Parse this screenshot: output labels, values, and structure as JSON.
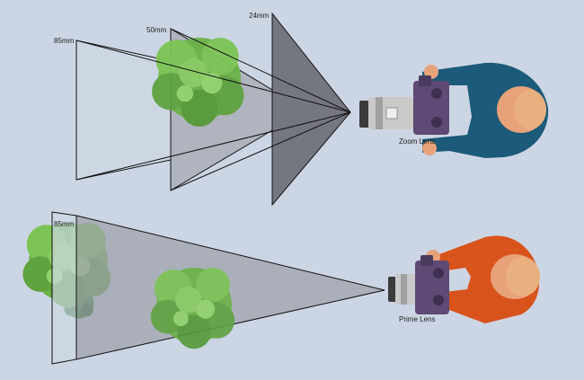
{
  "top_diagram": {
    "focal_labels": [
      "85mm",
      "50mm",
      "24mm"
    ],
    "lens_label": "Zoom Lens"
  },
  "bottom_diagram": {
    "focal_label": "85mm",
    "lens_label": "Prime Lens"
  },
  "colors": {
    "background": "#ccd5e3",
    "zoom_shirt": "#1b5a78",
    "prime_shirt": "#d9531c",
    "skin": "#e8a27a",
    "hair": "#e9b07f",
    "camera_body": "#5e4a74",
    "lens_metal": "#c9c9c9",
    "tree_light": "#6bb247",
    "tree_dark": "#2f7a2e"
  },
  "icons": [
    "tree-icon",
    "camera-icon",
    "photographer-icon"
  ]
}
